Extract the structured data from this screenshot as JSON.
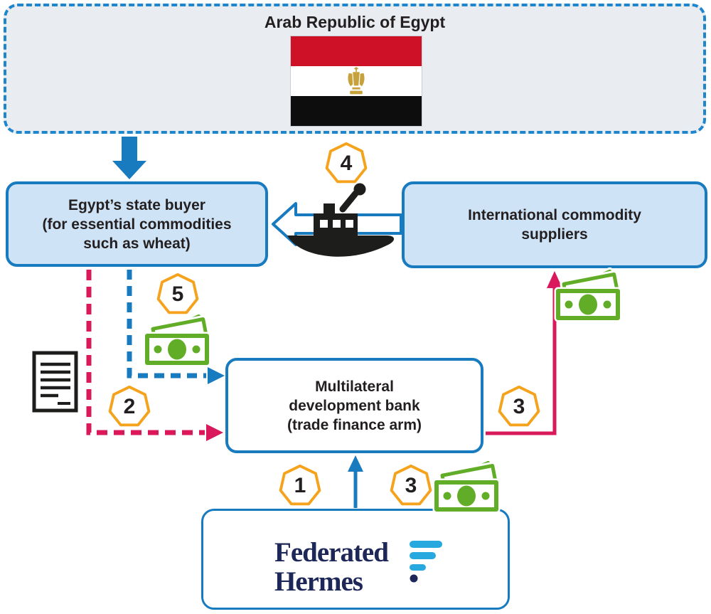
{
  "diagram_title": "Arab Republic of Egypt",
  "egypt_box": {
    "title": "Arab Republic of Egypt"
  },
  "state_buyer_box": {
    "lines": [
      "Egypt’s state buyer",
      "(for essential commodities",
      "such as wheat)"
    ]
  },
  "suppliers_box": {
    "lines": [
      "International commodity",
      "suppliers"
    ]
  },
  "mdb_box": {
    "lines": [
      "Multilateral",
      "development bank",
      "(trade finance arm)"
    ]
  },
  "fh_box": {
    "logo_lines": [
      "Federated",
      "Hermes"
    ]
  },
  "steps": {
    "step1": "1",
    "step2": "2",
    "step3_right": "3",
    "step3_bottom": "3",
    "step4": "4",
    "step5": "5"
  },
  "icons": {
    "flag": "egypt-flag-icon",
    "ship": "cargo-ship-icon",
    "money": "banknotes-icon",
    "document": "trade-contract-icon",
    "fh_mark": "federated-hermes-mark"
  },
  "colors": {
    "blue": "#187bc0",
    "light_blue_fill": "#cfe3f6",
    "egypt_fill": "#e9edf1",
    "crimson": "#d9195b",
    "orange": "#f5a21d",
    "green": "#62ad27",
    "navy": "#1d2758",
    "logo_bar_blue": "#27a9e0",
    "text_black": "#231f20",
    "flag_red": "#ce1126",
    "flag_gold": "#c7a23c"
  }
}
